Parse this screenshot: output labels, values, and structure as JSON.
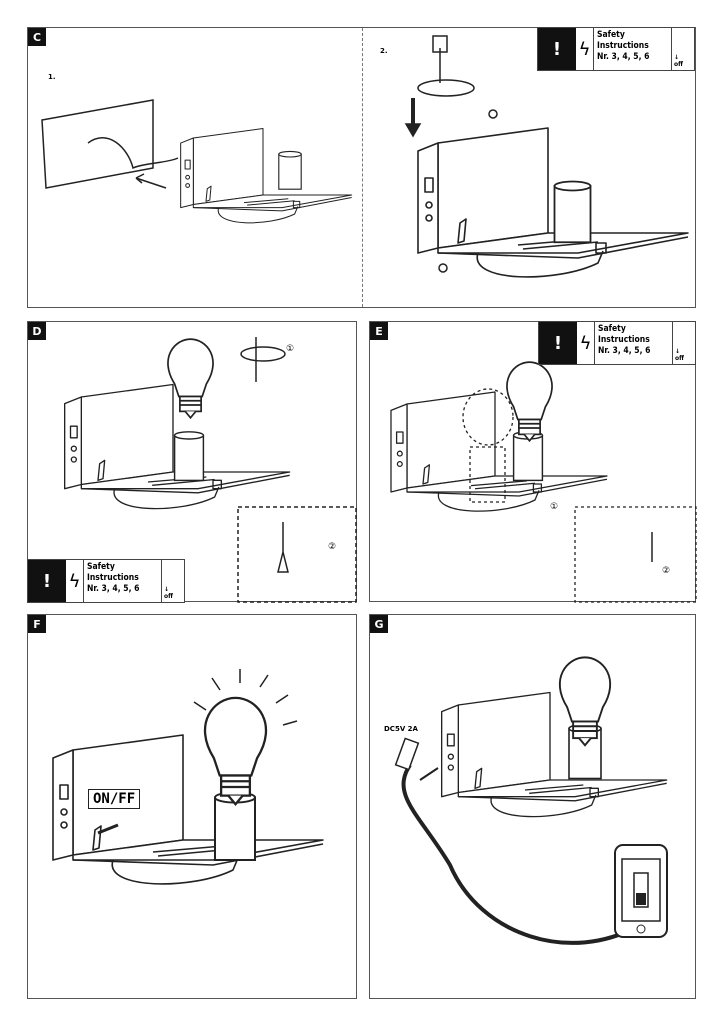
{
  "panels": {
    "c": "C",
    "d": "D",
    "e": "E",
    "f": "F",
    "g": "G"
  },
  "steps": {
    "c1": "1.",
    "c2": "2.",
    "d_circle": "①",
    "d_circle2": "②",
    "e_circle": "①",
    "e_circle2": "②"
  },
  "safety": {
    "line1": "Safety",
    "line2": "Instructions",
    "line3": "Nr. 3, 4, 5, 6",
    "off": "off",
    "warning_icon": "!"
  },
  "switch_label": "ON/FF",
  "usb_label": "DC5V  2A"
}
